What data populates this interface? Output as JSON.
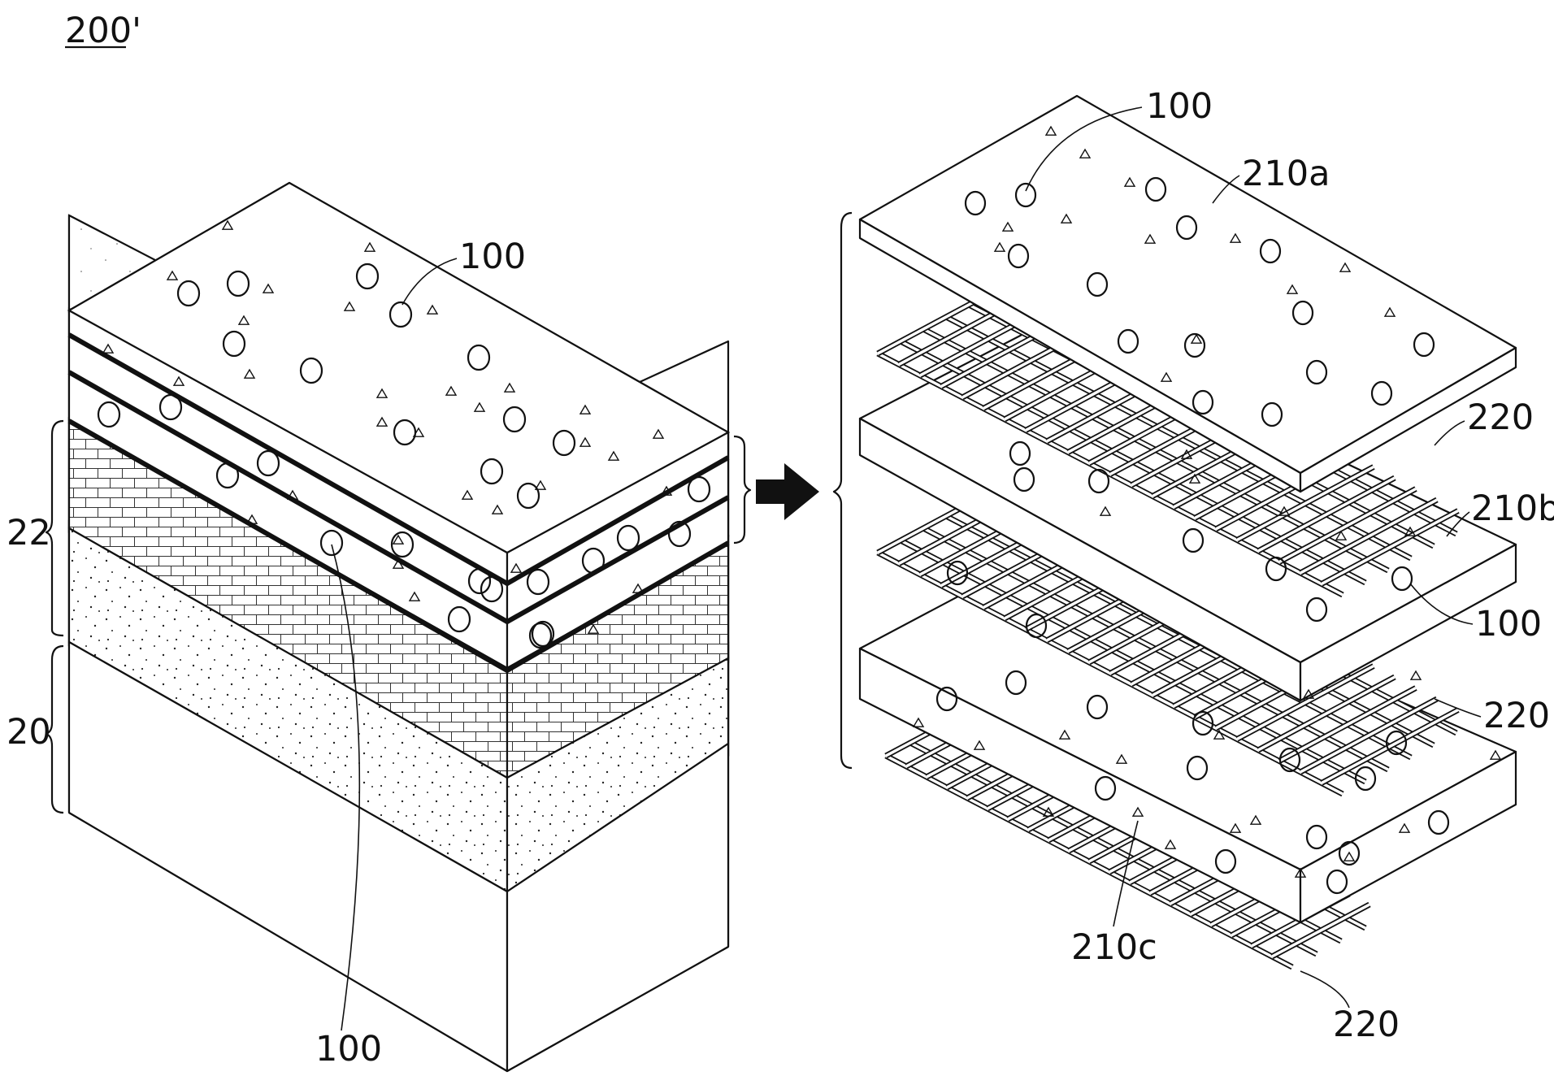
{
  "figure_label": "200'",
  "left_refs": {
    "top_particle": "100",
    "bottom_particle": "100",
    "brace_upper": "22",
    "brace_lower": "20"
  },
  "right_refs": {
    "particle_top": "100",
    "slab_top": "210a",
    "slab_middle": "210b",
    "slab_bottom": "210c",
    "particle_middle": "100",
    "mesh_upper": "220",
    "mesh_middle": "220",
    "mesh_lower": "220"
  },
  "arrow_icon": "right-arrow-icon"
}
